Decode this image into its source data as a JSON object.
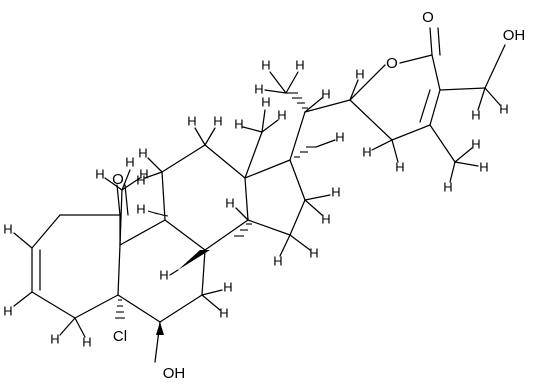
{
  "atoms": {
    "O_ketone": "O",
    "O_lactone_carbonyl": "O",
    "O_lactone_ring": "O",
    "O_hydroxymethyl": "OH",
    "O_hydroxy_6": "OH",
    "Cl_5": "Cl",
    "H_label": "H"
  }
}
